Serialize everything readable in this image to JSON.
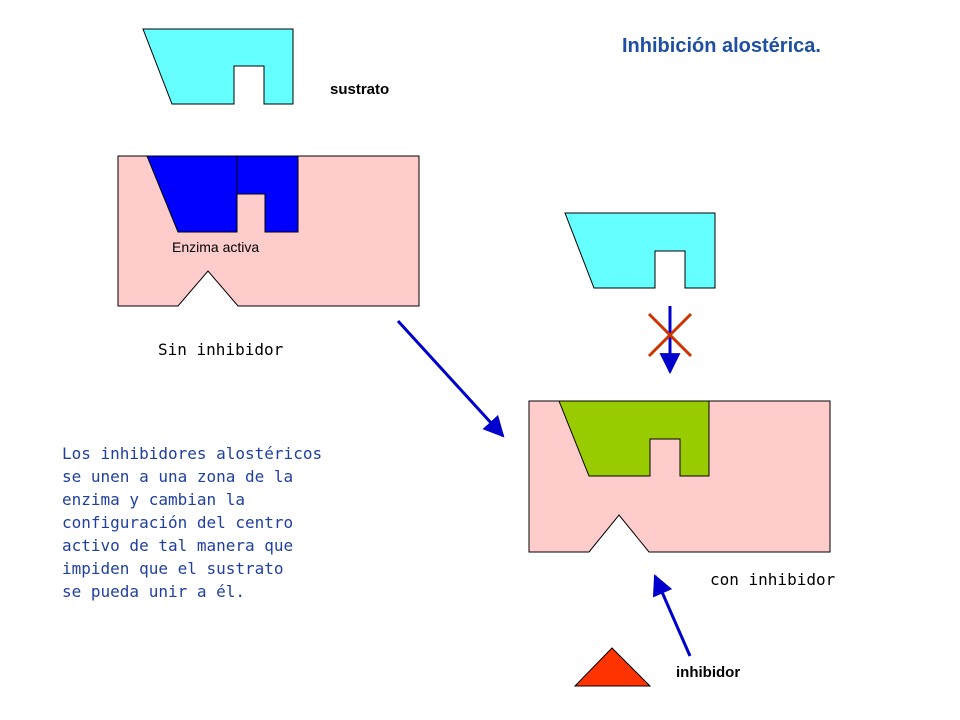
{
  "title": "Inhibición alostérica.",
  "labels": {
    "substrate": "sustrato",
    "active_enzyme": "Enzima activa",
    "without_inhibitor": "Sin inhibidor",
    "with_inhibitor": "con inhibidor",
    "inhibitor": "inhibidor"
  },
  "description": [
    "Los inhibidores alostéricos",
    "se unen a una zona de la",
    "enzima y cambian la",
    "configuración del centro",
    "activo de tal manera  que",
    "impiden que el sustrato",
    "se pueda unir a él."
  ],
  "colors": {
    "substrate": "#66ffff",
    "enzyme_body": "#ffcccc",
    "bound_substrate": "#0000ff",
    "deformed_site": "#99cc00",
    "inhibitor": "#ff3300",
    "arrow": "#0000cc",
    "cross": "#cc3300",
    "title": "#1f4fa0",
    "description": "#2040a0"
  }
}
